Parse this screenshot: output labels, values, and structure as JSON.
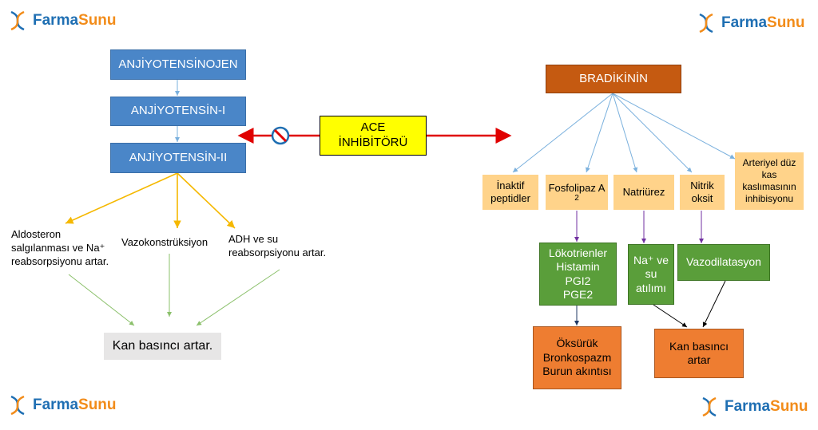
{
  "logo": {
    "part1": "Farma",
    "part2": "Sunu"
  },
  "left": {
    "angiotensinogen": "ANJİYOTENSİNOJEN",
    "angiotensin1": "ANJİYOTENSİN-I",
    "angiotensin2": "ANJİYOTENSİN-II",
    "effect_aldosterone": "Aldosteron salgılanması ve Na⁺ reabsorpsiyonu artar.",
    "effect_vaso": "Vazokonstrüksiyon",
    "effect_adh": "ADH ve su reabsorpsiyonu artar.",
    "result": "Kan basıncı artar."
  },
  "center": {
    "ace_line1": "ACE",
    "ace_line2": "İNHİBİTÖRÜ"
  },
  "right": {
    "bradykinin": "BRADİKİNİN",
    "inactive": "İnaktif peptidler",
    "phospholipase": "Fosfolipaz A",
    "phospholipase_sub": "2",
    "natriuresis": "Natriürez",
    "nitric_line1": "Nitrik",
    "nitric_line2": "oksit",
    "arterial": "Arteriyel düz kas kaslımasının inhibisyonu",
    "mediators": [
      "Lökotrienler",
      "Histamin",
      "PGI2",
      "PGE2"
    ],
    "na_line1": "Na⁺ ve",
    "na_line2": "su",
    "na_line3": "atılımı",
    "vasodilation": "Vazodilatasyon",
    "side_effects": [
      "Öksürük",
      "Bronkospazm",
      "Burun akıntısı"
    ],
    "bp_line1": "Kan basıncı",
    "bp_line2": "artar"
  },
  "colors": {
    "blue": "#4a86c8",
    "dark_orange": "#c55a11",
    "yellow": "#ffff00",
    "peach": "#ffd38a",
    "green": "#5a9e3a",
    "orange": "#ee7d31",
    "arrow_red": "#e00000",
    "arrow_gold": "#f5b800",
    "arrow_green": "#8bc06b",
    "arrow_purple": "#7030a0",
    "arrow_lightblue": "#7ab0dd"
  }
}
